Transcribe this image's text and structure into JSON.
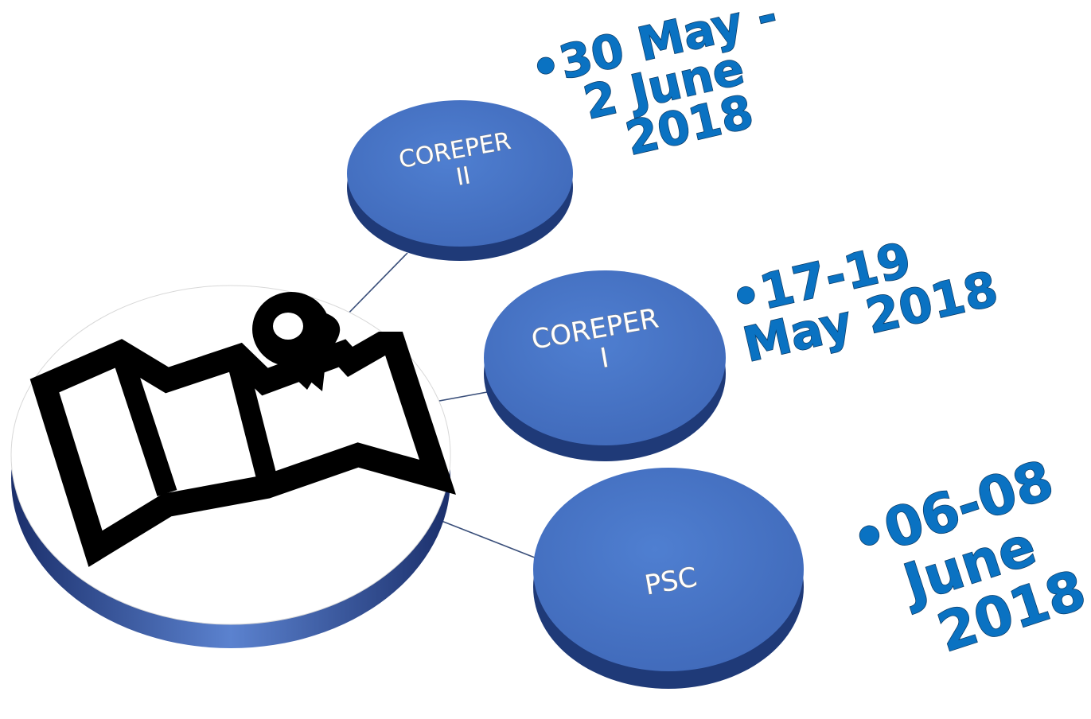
{
  "diagram": {
    "hub": {
      "icon": "folded-map-with-location-pin-icon"
    },
    "nodes": [
      {
        "id": "coreper2",
        "label_lines": [
          "COREPER",
          "II"
        ],
        "date_lines": [
          "•30 May -",
          "2 June",
          "2018"
        ]
      },
      {
        "id": "coreper1",
        "label_lines": [
          "COREPER",
          "I"
        ],
        "date_lines": [
          "•17-19",
          "May 2018"
        ]
      },
      {
        "id": "psc",
        "label_lines": [
          "PSC"
        ],
        "date_lines": [
          "•06-08",
          "June",
          "2018"
        ]
      }
    ]
  },
  "colors": {
    "disk_fill": "#4472c4",
    "disk_side": "#1f3a78",
    "connector": "#3a4f7a",
    "date_text": "#0a72c2"
  }
}
